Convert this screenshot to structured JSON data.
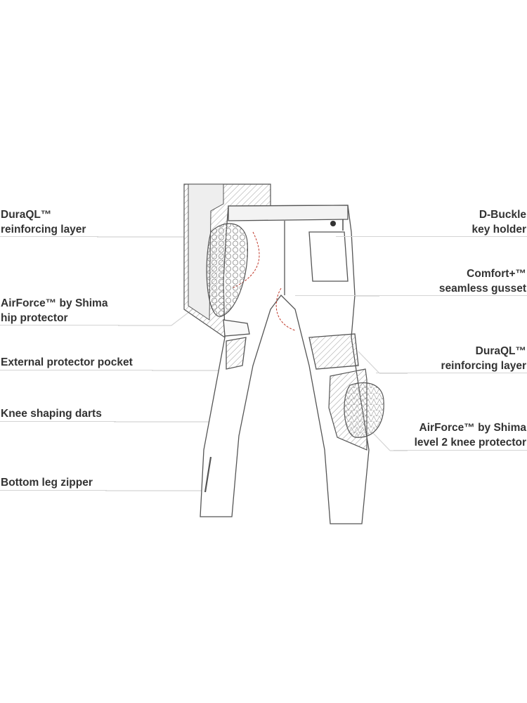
{
  "labels_left": [
    {
      "line1": "DuraQL™",
      "line2": "reinforcing layer"
    },
    {
      "line1": "AirForce™ by Shima",
      "line2": "hip protector"
    },
    {
      "line1": "External protector pocket"
    },
    {
      "line1": "Knee shaping darts"
    },
    {
      "line1": "Bottom leg zipper"
    }
  ],
  "labels_right": [
    {
      "line1": "D-Buckle",
      "line2": "key holder"
    },
    {
      "line1": "Comfort+™",
      "line2": "seamless gusset"
    },
    {
      "line1": "DuraQL™",
      "line2": "reinforcing  layer"
    },
    {
      "line1": "AirForce™ by Shima",
      "line2": "level 2 knee protector"
    }
  ],
  "colors": {
    "text": "#333333",
    "line": "#d4d4d4",
    "stroke": "#555555",
    "accent_red": "#c0392b"
  }
}
